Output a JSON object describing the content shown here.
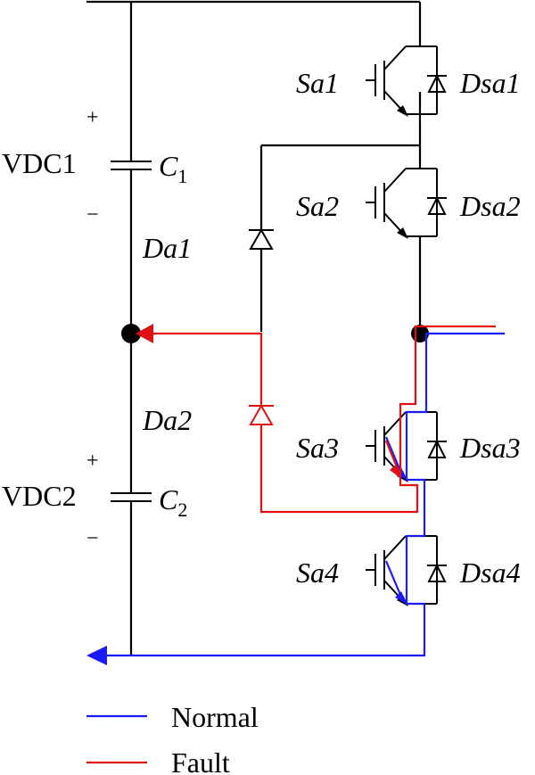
{
  "colors": {
    "wire": "#000000",
    "normal_path": "#1a1aff",
    "fault_path": "#e01010",
    "background": "#ffffff"
  },
  "sources": [
    {
      "label": "VDC1",
      "capacitor": "C",
      "capacitor_sub": "1",
      "plus": "+",
      "minus": "−"
    },
    {
      "label": "VDC2",
      "capacitor": "C",
      "capacitor_sub": "2",
      "plus": "+",
      "minus": "−"
    }
  ],
  "switches": [
    {
      "switch": "Sa1",
      "diode": "Dsa1"
    },
    {
      "switch": "Sa2",
      "diode": "Dsa2"
    },
    {
      "switch": "Sa3",
      "diode": "Dsa3"
    },
    {
      "switch": "Sa4",
      "diode": "Dsa4"
    }
  ],
  "clamp_diodes": [
    "Da1",
    "Da2"
  ],
  "legend": [
    {
      "name": "Normal",
      "color": "#1a1aff"
    },
    {
      "name": "Fault",
      "color": "#e01010"
    }
  ]
}
